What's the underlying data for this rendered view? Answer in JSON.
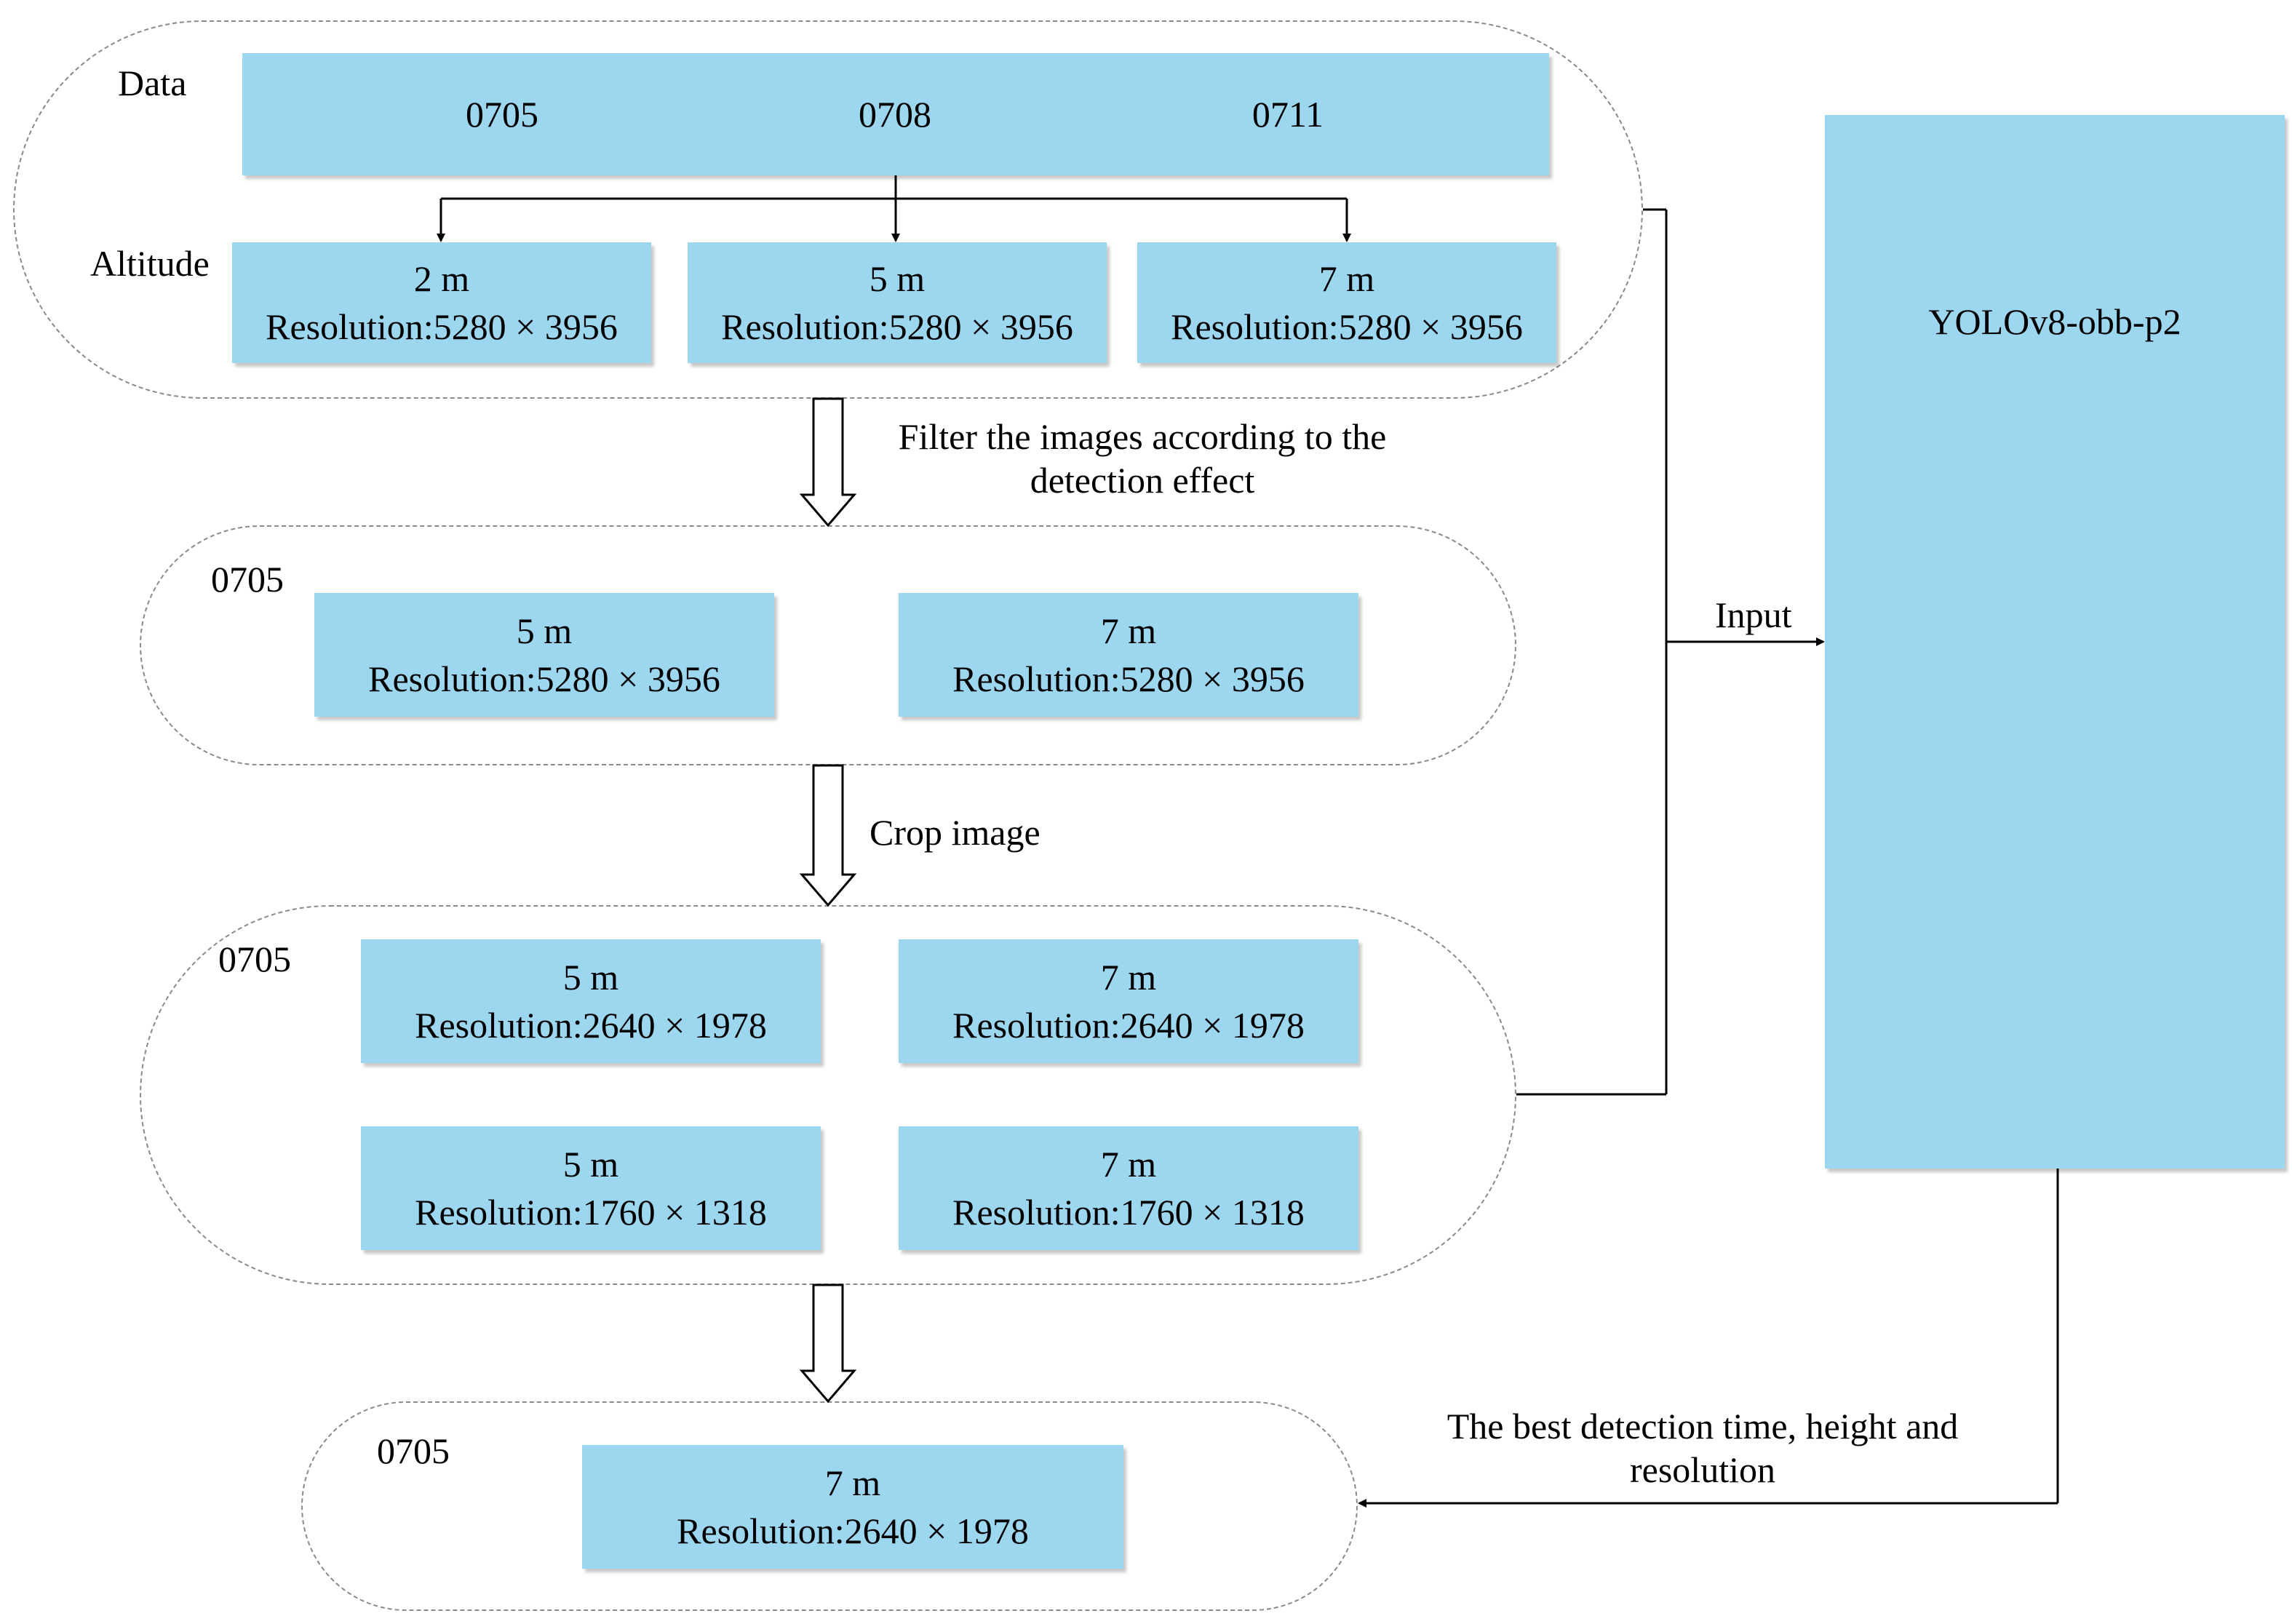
{
  "groups": {
    "data_group": {
      "data_label": "Data",
      "altitude_label": "Altitude",
      "dates": [
        "0705",
        "0708",
        "0711"
      ],
      "altitudes": [
        {
          "height": "2 m",
          "resolution": "Resolution:5280 × 3956"
        },
        {
          "height": "5 m",
          "resolution": "Resolution:5280 × 3956"
        },
        {
          "height": "7 m",
          "resolution": "Resolution:5280 × 3956"
        }
      ]
    },
    "filtered_group": {
      "date": "0705",
      "items": [
        {
          "height": "5 m",
          "resolution": "Resolution:5280 × 3956"
        },
        {
          "height": "7 m",
          "resolution": "Resolution:5280 × 3956"
        }
      ]
    },
    "cropped_group": {
      "date": "0705",
      "items": [
        {
          "height": "5 m",
          "resolution": "Resolution:2640 × 1978"
        },
        {
          "height": "7 m",
          "resolution": "Resolution:2640 × 1978"
        },
        {
          "height": "5 m",
          "resolution": "Resolution:1760 × 1318"
        },
        {
          "height": "7 m",
          "resolution": "Resolution:1760 × 1318"
        }
      ]
    },
    "best_group": {
      "date": "0705",
      "item": {
        "height": "7 m",
        "resolution": "Resolution:2640 × 1978"
      }
    }
  },
  "steps": {
    "filter_line1": "Filter the images according to the",
    "filter_line2": "detection effect",
    "crop": "Crop image"
  },
  "model": {
    "name": "YOLOv8-obb-p2",
    "input_label": "Input",
    "output_line1": "The best detection time, height and",
    "output_line2": "resolution"
  },
  "colors": {
    "box_fill": "#9dd6ef",
    "group_border": "#8a8a8a"
  }
}
